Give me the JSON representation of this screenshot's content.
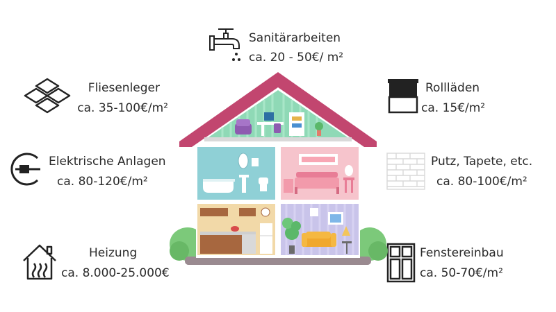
{
  "services": {
    "sanitaer": {
      "name": "Sanitärarbeiten",
      "price": "ca. 20 - 50€/ m²",
      "icon": "faucet-icon"
    },
    "fliesen": {
      "name": "Fliesenleger",
      "price": "ca. 35-100€/m²",
      "icon": "tiles-icon"
    },
    "rolllaeden": {
      "name": "Rollläden",
      "price": "ca. 15€/m²",
      "icon": "roller-shutter-icon"
    },
    "elektrik": {
      "name": "Elektrische Anlagen",
      "price": "ca. 80-120€/m²",
      "icon": "power-plug-icon"
    },
    "putz": {
      "name": "Putz, Tapete, etc.",
      "price": "ca. 80-100€/m²",
      "icon": "brick-wall-icon"
    },
    "heizung": {
      "name": "Heizung",
      "price": "ca. 8.000-25.000€",
      "icon": "heating-house-icon"
    },
    "fenster": {
      "name": "Fenstereinbau",
      "price": "ca. 50-70€/m²",
      "icon": "window-icon"
    }
  },
  "colors": {
    "roof": "#c2466f",
    "attic": "#8fd9b6",
    "bathroom": "#8fd0d6",
    "bedroom": "#f6c4cc",
    "kitchen": "#f2d9a8",
    "livingroom": "#c9c4ea",
    "bush": "#7cc97a"
  }
}
